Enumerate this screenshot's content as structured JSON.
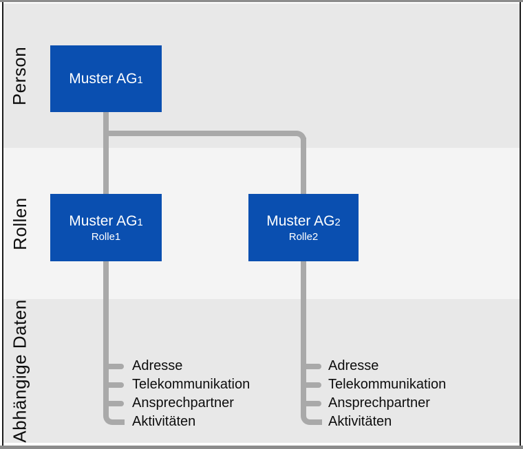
{
  "diagram": {
    "bands": [
      {
        "id": "person",
        "label": "Person"
      },
      {
        "id": "rollen",
        "label": "Rollen"
      },
      {
        "id": "abhaengige-daten",
        "label": "Abhängige Daten"
      }
    ],
    "nodes": {
      "person_node": {
        "title": "Muster AG",
        "title_sub": "1"
      },
      "role_node_1": {
        "title": "Muster AG",
        "title_sub": "1",
        "subtitle": "Rolle1"
      },
      "role_node_2": {
        "title": "Muster AG",
        "title_sub": "2",
        "subtitle": "Rolle2"
      }
    },
    "dependent_lists": {
      "left": [
        "Adresse",
        "Telekommunikation",
        "Ansprechpartner",
        "Aktivitäten"
      ],
      "right": [
        "Adresse",
        "Telekommunikation",
        "Ansprechpartner",
        "Aktivitäten"
      ]
    },
    "colors": {
      "node_fill": "#0a4fb0",
      "node_text": "#ffffff",
      "connector": "#a9a9a9",
      "band_dark": "#e8e8e8",
      "band_light": "#f4f4f4",
      "frame_gray": "#8c8c8c",
      "frame_dark": "#1a1a1a",
      "label_text": "#0d0d0d"
    }
  }
}
